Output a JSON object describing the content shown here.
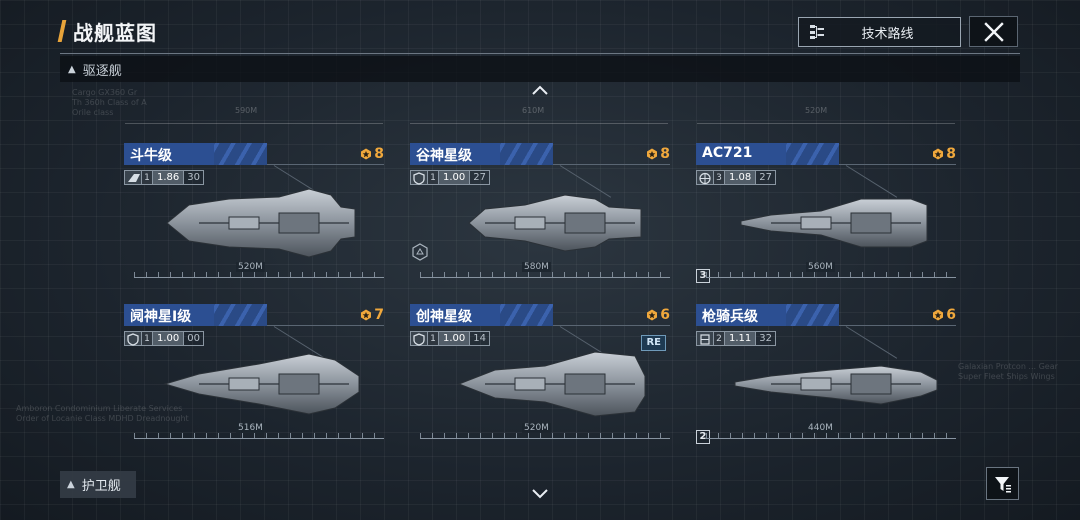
{
  "header": {
    "title": "战舰蓝图",
    "tech_route_label": "技术路线"
  },
  "section": {
    "current_label": "驱逐舰",
    "next_label": "护卫舰"
  },
  "icons": {
    "tech_route": "tech-tree-icon",
    "close": "close-icon",
    "collapse": "chevron-up-icon",
    "expand": "chevron-down-icon",
    "filter": "filter-icon",
    "badge": "star-badge-icon"
  },
  "colors": {
    "accent": "#e8a43a",
    "name_band": "#2c4f92",
    "badge": "#f0a83c"
  },
  "ghost_scales": [
    "590M",
    "610M",
    "520M"
  ],
  "ghost_texts": {
    "left_top": "Cargo GX360 Gr\nTh 360h Class of A\nOrile class",
    "right_mid": "Galaxian Protcon ... Gear\nSuper Fleet Ships Wings",
    "left_mid": "Amboron Condominium Liberate Services\nOrder of Locanie Class MDHD Dreadnought"
  },
  "ships": [
    {
      "name": "斗牛级",
      "stars": "8",
      "stat_icon": "engine-icon",
      "level": "1",
      "rating": "1.86",
      "sub": "30",
      "scale": "520M",
      "tag": ""
    },
    {
      "name": "谷神星级",
      "stars": "8",
      "stat_icon": "shield-icon",
      "level": "1",
      "rating": "1.00",
      "sub": "27",
      "scale": "580M",
      "tag": ""
    },
    {
      "name": "AC721",
      "stars": "8",
      "stat_icon": "globe-icon",
      "level": "3",
      "rating": "1.08",
      "sub": "27",
      "scale": "560M",
      "tag": "3"
    },
    {
      "name": "阋神星Ⅰ级",
      "stars": "7",
      "stat_icon": "shield-icon",
      "level": "1",
      "rating": "1.00",
      "sub": "00",
      "scale": "516M",
      "tag": ""
    },
    {
      "name": "创神星级",
      "stars": "6",
      "stat_icon": "shield-icon",
      "level": "1",
      "rating": "1.00",
      "sub": "14",
      "scale": "520M",
      "tag": "RE"
    },
    {
      "name": "枪骑兵级",
      "stars": "6",
      "stat_icon": "gear-icon",
      "level": "2",
      "rating": "1.11",
      "sub": "32",
      "scale": "440M",
      "tag": "2"
    }
  ]
}
